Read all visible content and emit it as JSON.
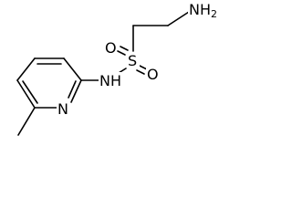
{
  "molecule": {
    "atoms": {
      "amine": {
        "symbol": "NH",
        "subscript": "2"
      },
      "sulfur": {
        "symbol": "S"
      },
      "oxygen_top": {
        "symbol": "O"
      },
      "oxygen_bottom": {
        "symbol": "O"
      },
      "sulfonamide_nitrogen": {
        "symbol": "NH"
      },
      "ring_nitrogen": {
        "symbol": "N"
      }
    }
  }
}
